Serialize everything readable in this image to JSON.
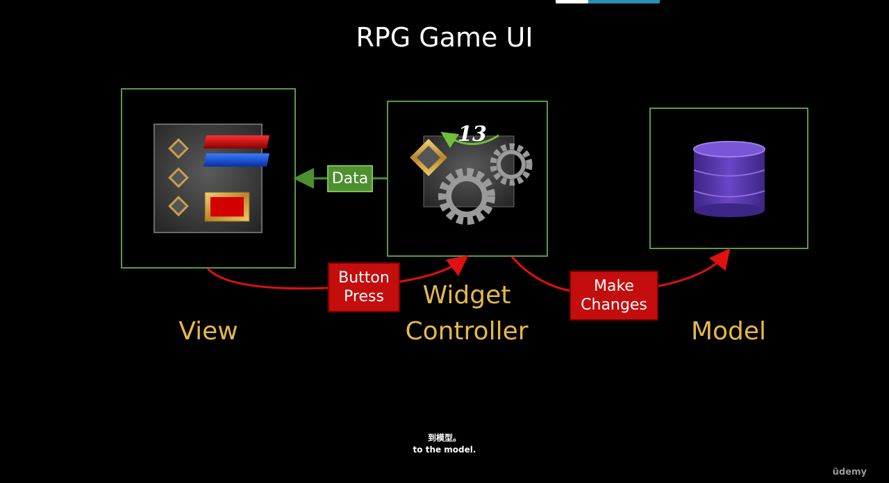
{
  "progress": {
    "fraction": 0.31
  },
  "slide": {
    "title": "RPG Game UI",
    "view_label": "View",
    "controller_label_line1": "Widget",
    "controller_label_line2": "Controller",
    "model_label": "Model",
    "data_tag": "Data",
    "button_press_line1": "Button",
    "button_press_line2": "Press",
    "make_changes_line1": "Make",
    "make_changes_line2": "Changes",
    "counter_value": "13"
  },
  "subtitles": {
    "chinese": "到模型。",
    "english": "to the model."
  },
  "brand": "ūdemy",
  "colors": {
    "panel_border": "#5a9a4a",
    "label_gold": "#e6b84a",
    "arrow_red": "#e01010",
    "arrow_green": "#4e8f2f",
    "tag_red": "#c40d0d",
    "tag_green": "#4e8f2f",
    "database_purple": "#5a3ab0"
  }
}
